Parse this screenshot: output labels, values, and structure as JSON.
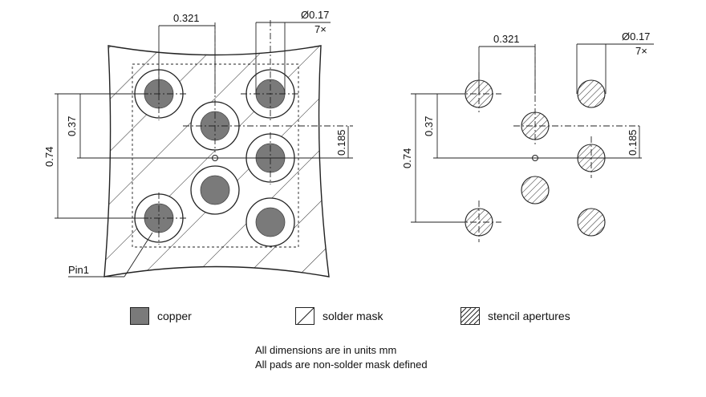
{
  "diagram": {
    "dimensions": {
      "pitch_x": "0.321",
      "pad_diameter": "Ø0.17",
      "pad_count": "7×",
      "pitch_y_half": "0.37",
      "pitch_y_full": "0.74",
      "row_offset": "0.185"
    },
    "pin1_label": "Pin1"
  },
  "legend": {
    "copper": "copper",
    "solder_mask": "solder mask",
    "stencil": "stencil apertures"
  },
  "notes": {
    "units": "All dimensions are in units mm",
    "pads": "All pads are non-solder mask defined"
  },
  "colors": {
    "copper_fill": "#7a7a7a",
    "line": "#222222"
  }
}
